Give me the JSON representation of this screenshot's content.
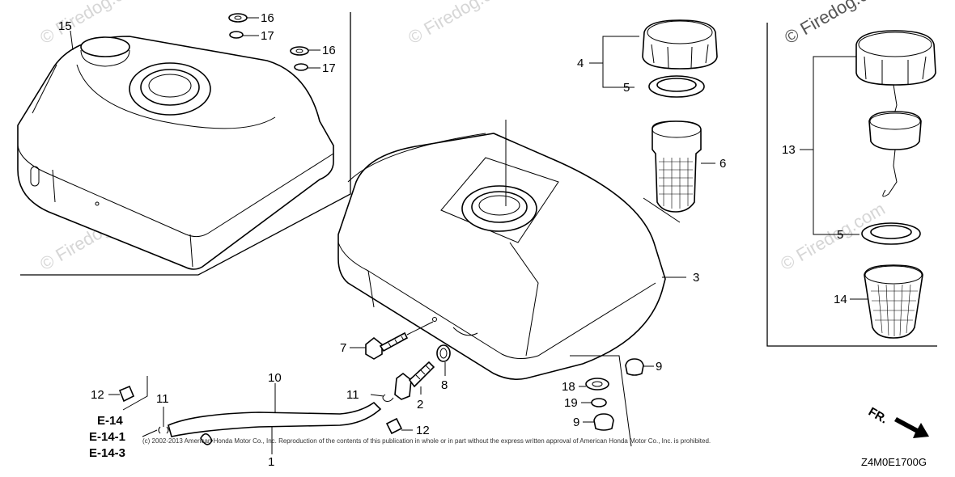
{
  "watermark": "© Firedog.com",
  "callouts": {
    "c15": "15",
    "c16a": "16",
    "c17a": "17",
    "c16b": "16",
    "c17b": "17",
    "c4": "4",
    "c5a": "5",
    "c6": "6",
    "c3": "3",
    "c13": "13",
    "c5b": "5",
    "c14": "14",
    "c7": "7",
    "c8": "8",
    "c2": "2",
    "c11a": "11",
    "c10": "10",
    "c12a": "12",
    "c11b": "11",
    "c12b": "12",
    "c1": "1",
    "c9a": "9",
    "c18": "18",
    "c19": "19",
    "c9b": "9"
  },
  "references": [
    "E-14",
    "E-14-1",
    "E-14-3"
  ],
  "front_marker": "FR.",
  "copyright": "(c) 2002-2013 American Honda Motor Co., Inc. Reproduction of the contents of this publication in whole or in part without the express written approval of American Honda Motor Co., Inc. is prohibited.",
  "diagram_code": "Z4M0E1700G"
}
